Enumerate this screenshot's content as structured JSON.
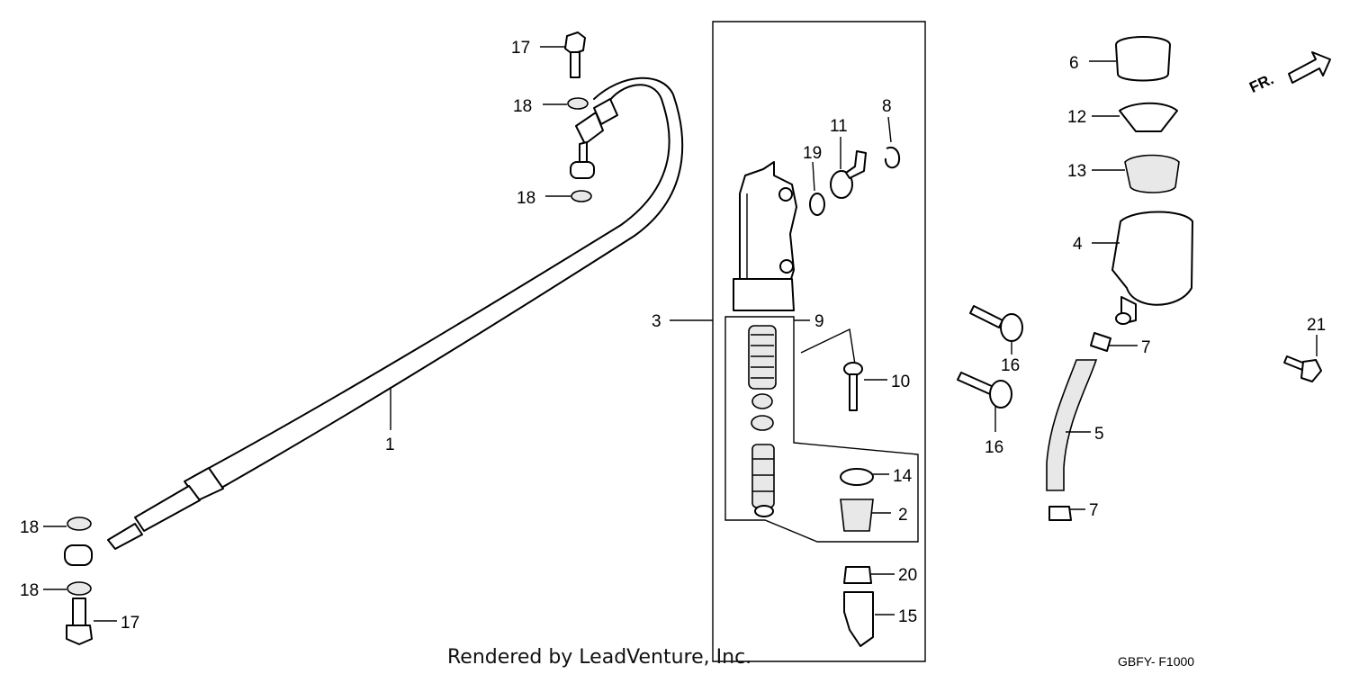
{
  "diagram": {
    "credit": "Rendered by LeadVenture, Inc.",
    "code": "GBFY- F1000",
    "direction_label": "FR.",
    "callouts": {
      "c1": "1",
      "c2": "2",
      "c3": "3",
      "c4": "4",
      "c5": "5",
      "c6": "6",
      "c7a": "7",
      "c7b": "7",
      "c8": "8",
      "c9": "9",
      "c10": "10",
      "c11": "11",
      "c12": "12",
      "c13": "13",
      "c14": "14",
      "c15": "15",
      "c16a": "16",
      "c16b": "16",
      "c17a": "17",
      "c17b": "17",
      "c18a": "18",
      "c18b": "18",
      "c18c": "18",
      "c18d": "18",
      "c19": "19",
      "c20": "20",
      "c21": "21"
    }
  }
}
